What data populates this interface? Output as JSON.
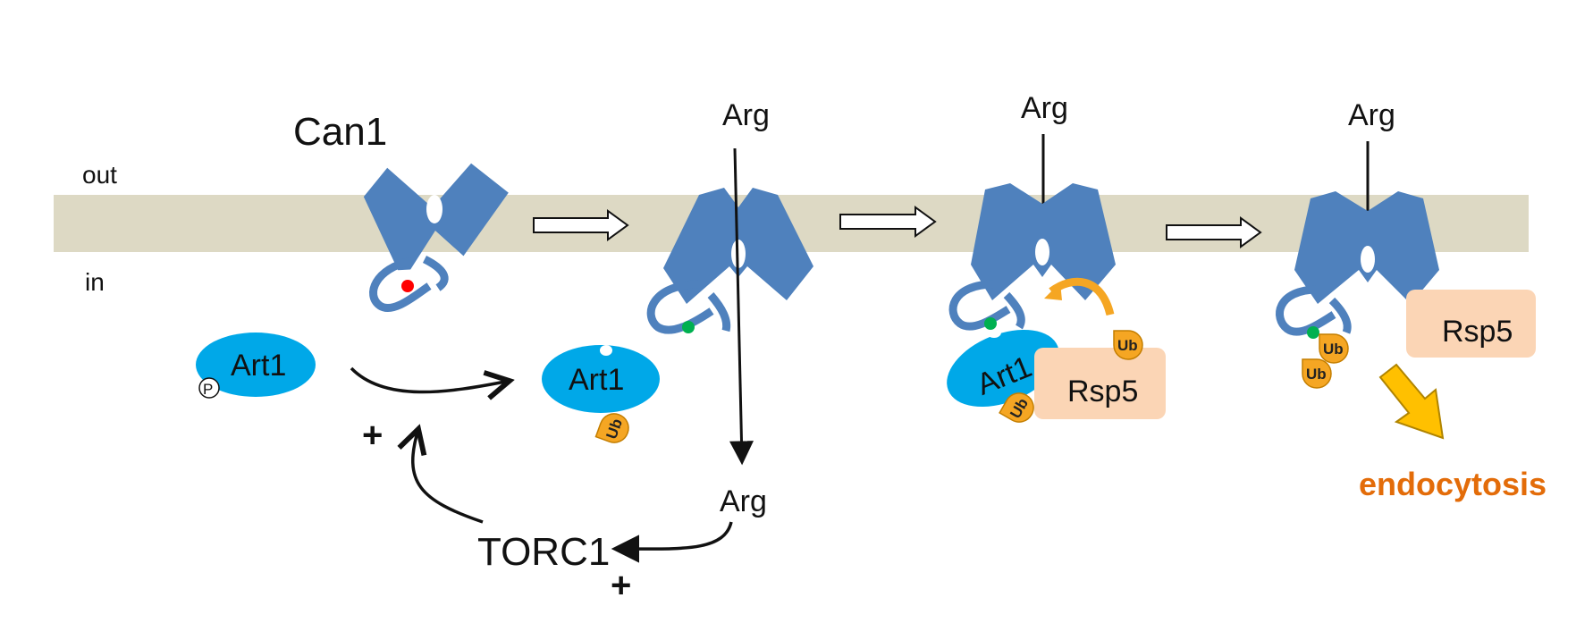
{
  "labels": {
    "out": "out",
    "in": "in",
    "can1": "Can1",
    "arg": "Arg",
    "art1": "Art1",
    "rsp5": "Rsp5",
    "ub": "Ub",
    "torc1": "TORC1",
    "plus": "+",
    "phospho": "P",
    "endocytosis": "endocytosis"
  },
  "colors": {
    "membrane": "#ddd9c4",
    "transporter": "#4f81bd",
    "art1": "#00a8e8",
    "rsp5": "#fbd5b5",
    "ub": "#f5a623",
    "endocytosis": "#e36c09",
    "endocytosis_arrow": "#ffc000",
    "arg_red_dot": "#ff0000",
    "green_dot": "#00b050"
  },
  "icons": {
    "phospho": "circled-p",
    "process_arrow": "hollow-right-arrow",
    "ub_tag": "ubiquitin-teardrop"
  }
}
